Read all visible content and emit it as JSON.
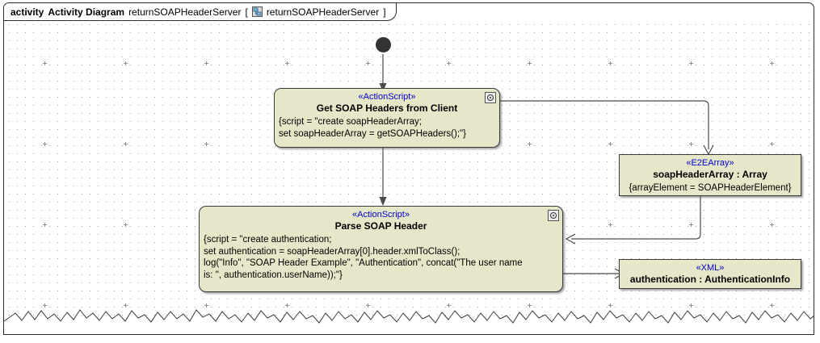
{
  "frame": {
    "kind_label": "activity",
    "type_label": "Activity Diagram",
    "diagram_name": "returnSOAPHeaderServer",
    "bracket_open": "[",
    "bracket_close": "]",
    "qualified_name": "returnSOAPHeaderServer",
    "icon": "activity-diagram-icon"
  },
  "colors": {
    "node_fill": "#e6e6c8",
    "node_border": "#3a3a3a",
    "stereotype_text": "#0000cc",
    "edge": "#4a4a4a",
    "grid_dot": "#8e8e8e",
    "initial_node": "#333333",
    "canvas": "#ffffff"
  },
  "initial_node": {
    "name": "initial-node"
  },
  "nodes": [
    {
      "id": "get-soap-headers",
      "stereotype": "«ActionScript»",
      "name": "Get SOAP Headers from Client",
      "body": "{script = \"create soapHeaderArray;\nset soapHeaderArray = getSOAPHeaders();\"}",
      "pin_icon": "action-script-pin-icon"
    },
    {
      "id": "parse-soap-header",
      "stereotype": "«ActionScript»",
      "name": "Parse SOAP Header",
      "body": "{script = \"create authentication;\nset authentication = soapHeaderArray[0].header.xmlToClass();\nlog(\"Info\", \"SOAP Header Example\", \"Authentication\", concat(\"The user name\nis: \", authentication.userName));\"}",
      "pin_icon": "action-script-pin-icon"
    },
    {
      "id": "soap-header-array",
      "stereotype": "«E2EArray»",
      "name": "soapHeaderArray : Array",
      "body": "{arrayElement = SOAPHeaderElement}"
    },
    {
      "id": "authentication-object",
      "stereotype": "«XML»",
      "name": "authentication : AuthenticationInfo",
      "body": ""
    }
  ],
  "edges": [
    {
      "id": "initial-to-get-soap-headers",
      "from": "initial-node",
      "to": "get-soap-headers"
    },
    {
      "id": "get-soap-headers-to-array",
      "from": "get-soap-headers",
      "to": "soap-header-array"
    },
    {
      "id": "get-soap-headers-to-parse",
      "from": "get-soap-headers",
      "to": "parse-soap-header"
    },
    {
      "id": "array-to-parse",
      "from": "soap-header-array",
      "to": "parse-soap-header"
    },
    {
      "id": "parse-to-authentication",
      "from": "parse-soap-header",
      "to": "authentication-object"
    }
  ]
}
